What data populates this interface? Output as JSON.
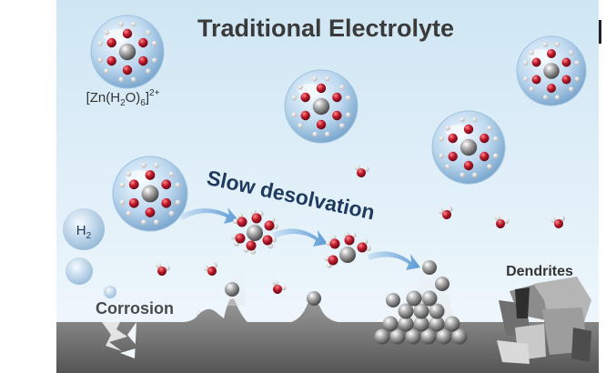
{
  "title": "Traditional Electrolyte",
  "complex_label": {
    "main": "[Zn(H",
    "sub1": "2",
    "mid": "O)",
    "sub2": "6",
    "close": "]",
    "sup": "2+"
  },
  "h2_label": {
    "main": "H",
    "sub": "2"
  },
  "process_label": "Slow desolvation",
  "corrosion_label": "Corrosion",
  "dendrites_label": "Dendrites",
  "colors": {
    "background_top": "#cfe6f4",
    "background_bottom": "#f2f8fc",
    "title": "#3a3a3a",
    "process_text": "#1f3a5f",
    "arrow": "#6fa8dc",
    "oxygen": "#b0182a",
    "zinc": "#9a9a9a",
    "substrate": "#7a7a7a"
  }
}
